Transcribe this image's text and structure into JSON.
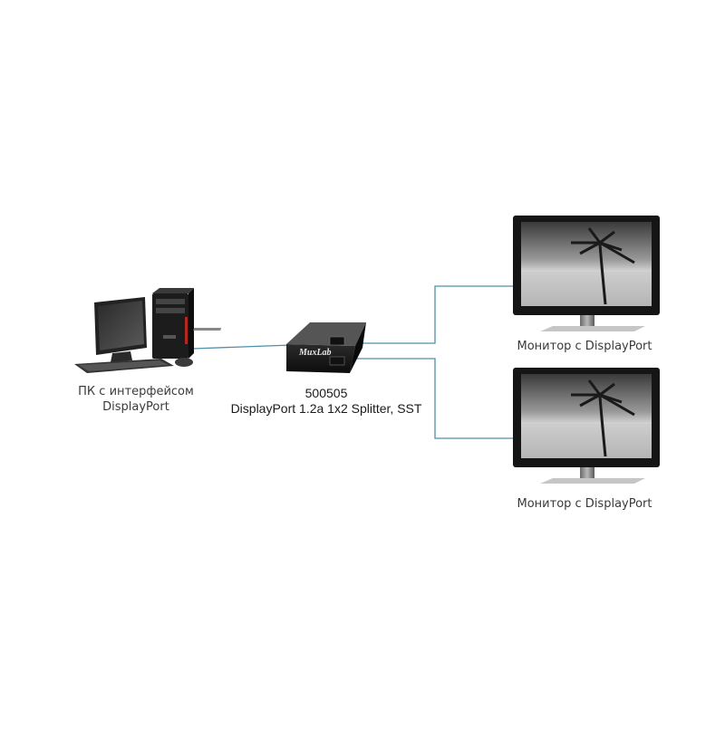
{
  "pc": {
    "label_line1": "ПК с интерфейсом",
    "label_line2": "DisplayPort"
  },
  "splitter": {
    "model": "500505",
    "description": "DisplayPort 1.2a 1x2 Splitter, SST",
    "brand_logo": "MuxLab"
  },
  "monitors": [
    {
      "label": "Монитор с DisplayPort"
    },
    {
      "label": "Монитор с DisplayPort"
    }
  ],
  "colors": {
    "cable": "#4f8fa8",
    "device_body": "#1e1e1e",
    "monitor_frame": "#151515"
  }
}
